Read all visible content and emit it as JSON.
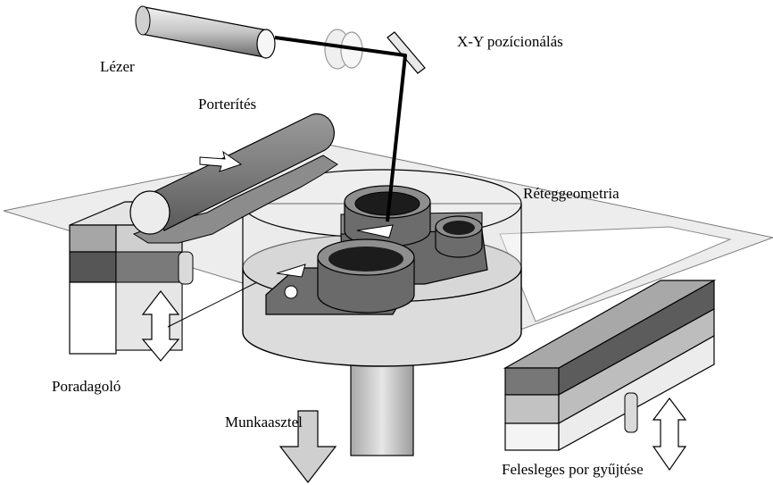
{
  "labels": {
    "laser": "Lézer",
    "xy_positioning": "X-Y pozícionálás",
    "powder_spreading": "Porterítés",
    "layer_geometry": "Réteggeometria",
    "powder_feeder": "Poradagoló",
    "work_piston": "Munkaasztel",
    "excess_powder": "Felesleges por gyűjtése"
  }
}
